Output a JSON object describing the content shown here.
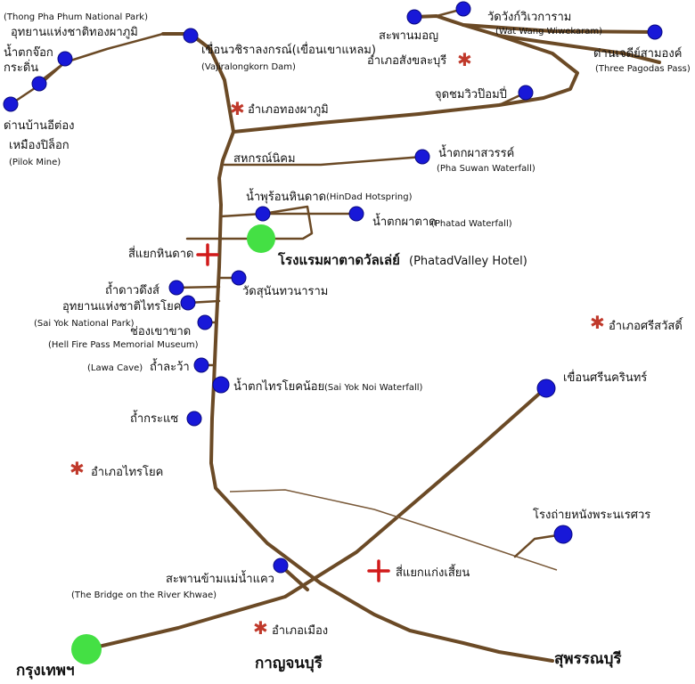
{
  "colors": {
    "road": "#6b4a26",
    "poi_marker": "#1818d8",
    "city_marker": "#44e044",
    "junction_cross": "#d11a1a",
    "district_star": "#c0392b"
  },
  "legend_symbols": {
    "poi": "blue-circle",
    "city": "green-circle",
    "junction": "red-cross",
    "district": "red-asterisk"
  },
  "labels": {
    "thong_pha_phum_en": "(Thong Pha Phum National Park)",
    "thong_pha_phum_th": "อุทยานแห่งชาติทองผาภูมิ",
    "jok_kradin_th_1": "น้ำตกจ๊อก",
    "jok_kradin_th_2": "กระดิ่น",
    "vajiralongkorn_th": "เขื่อนวชิราลงกรณ์(เขื่อนเขาแหลม)",
    "vajiralongkorn_en": "(Vajiralongkorn Dam)",
    "pilok_th_1": "ด่านบ้านอีต่อง",
    "pilok_th_2": "เหมืองปิล็อก",
    "pilok_en": "(Pilok Mine)",
    "mon_bridge_th": "สะพานมอญ",
    "wat_wang_th": "วัดวังก์วิเวการาม",
    "wat_wang_en": "(Wat Wang Wiwekaram)",
    "three_pagodas_th": "ด่านเจดีย์สามองค์",
    "three_pagodas_en": "(Three Pagodas Pass)",
    "sangkhla_district": "อำเภอสังขละบุรี",
    "viewpoint_th": "จุดชมวิวป๊อมปี่",
    "thong_pha_phum_district": "อำเภอทองผาภูมิ",
    "sahakon_nikhom": "สหกรณ์นิคม",
    "pha_suwan_th": "น้ำตกผาสวรรค์",
    "pha_suwan_en": "(Pha Suwan Waterfall)",
    "hindad_th": "น้ำพุร้อนหินดาด",
    "hindad_en": "(HinDad Hotspring)",
    "phatad_wf_th": "น้ำตกผาตาด",
    "phatad_wf_en": "(Phatad Waterfall)",
    "hin_dat_junction": "สี่แยกหินดาด",
    "hotel_th": "โรงแรมผาตาดวัลเล่ย์",
    "hotel_en": "(PhatadValley Hotel)",
    "dao_wung_cave": "ถ้ำดาวดึงส์",
    "wat_sunan": "วัดสุนันทวนาราม",
    "sai_yok_np_th": "อุทยานแห่งชาติไทรโยค",
    "sai_yok_np_en": "(Sai Yok National Park)",
    "hellfire_th": "ช่องเขาขาด",
    "hellfire_en": "(Hell Fire Pass Memorial Museum)",
    "si_sawat_district": "อำเภอศรีสวัสดิ์",
    "lawa_en": "(Lawa Cave)",
    "lawa_th": "ถ้ำละว้า",
    "sai_yok_noi_th": "น้ำตกไทรโยคน้อย",
    "sai_yok_noi_en": "(Sai Yok Noi Waterfall)",
    "srinagarind_th": "เขื่อนศรีนครินทร์",
    "krasae_cave": "ถ้ำกระแซ",
    "sai_yok_district": "อำเภอไทรโยค",
    "naresuan_studio": "โรงถ่ายหนังพระนเรศวร",
    "bridge_th": "สะพานข้ามแม่น้ำแคว",
    "bridge_en": "(The Bridge on the River Khwae)",
    "kaeng_sian_junction": "สี่แยกแก่งเสี้ยน",
    "mueang_district": "อำเภอเมือง",
    "bangkok": "กรุงเทพฯ",
    "kanchanaburi": "กาญจนบุรี",
    "suphanburi": "สุพรรณบุรี"
  }
}
